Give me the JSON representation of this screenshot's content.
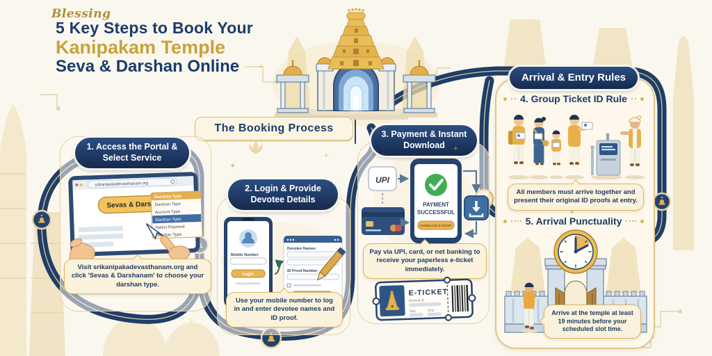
{
  "brand": {
    "logo": "Blessing"
  },
  "title": {
    "line1": "5 Key Steps to Book Your",
    "line2": "Kanipakam Temple",
    "line3": "Seva & Darshan Online"
  },
  "labels": {
    "process": "The Booking Process",
    "arrival": "Arrival & Entry Rules"
  },
  "step1": {
    "badge": "1. Access the Portal & Select Service",
    "url": "srikanipakadevasthanam.org",
    "cta": "Sevas & Darshanam",
    "dropdown": {
      "header": "Darshan Type",
      "items": [
        "Darshan Type",
        "Account Type",
        "Darshan Type",
        "Select Payment",
        "Darshan Type"
      ]
    },
    "caption": "Visit srikanipakadevasthanam.org and click 'Sevas & Darshanam' to choose your darshan type."
  },
  "step2": {
    "badge": "2. Login & Provide Devotee Details",
    "mobile_label": "Mobile Number",
    "login_button": "Login",
    "forgot_link": "Forgot password?",
    "devotee_label": "Devotee Names",
    "id_label": "ID Proof Number",
    "caption": "Use your mobile number to log in and enter devotee names and ID proof."
  },
  "step3": {
    "badge": "3. Payment & Instant Download",
    "upi": "UPI",
    "status_line1": "PAYMENT",
    "status_line2": "SUCCESSFUL",
    "download_button": "DOWNLOAD E-TICKET",
    "caption": "Pay via UPI, card, or net banking to receive your paperless e-ticket immediately.",
    "ticket": {
      "title": "E-TICKET",
      "booking_id": "Booking ID",
      "date": "Date",
      "time": "Time"
    }
  },
  "step4": {
    "heading": "4. Group Ticket ID Rule",
    "caption": "All members must arrive together and present their original ID proofs at entry."
  },
  "step5": {
    "heading": "5. Arrival Punctuality",
    "caption": "Arrive at the temple at least 19 minutes before your scheduled slot time."
  },
  "colors": {
    "navy": "#1C3B66",
    "gold": "#C9A23B",
    "road": "#203D66",
    "cream_bg": "#FAF7EE"
  }
}
